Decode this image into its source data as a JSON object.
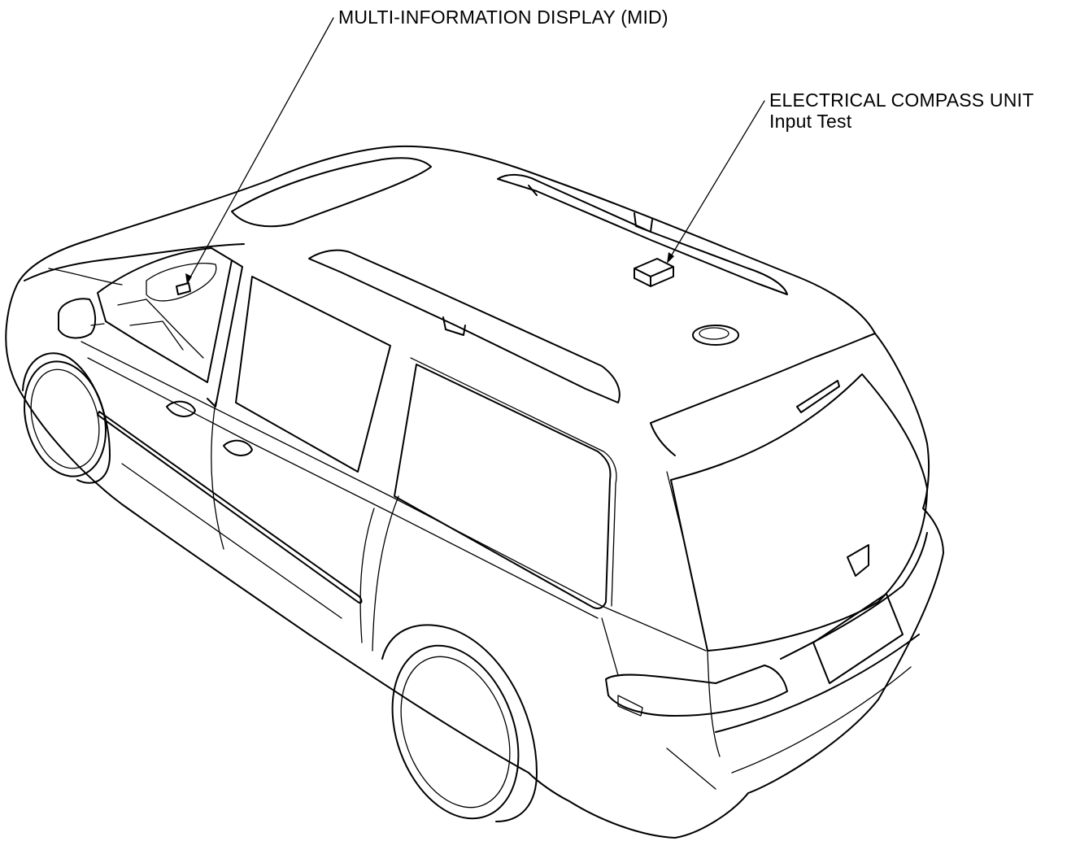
{
  "callouts": {
    "mid": {
      "title": "MULTI-INFORMATION DISPLAY (MID)"
    },
    "compass": {
      "title": "ELECTRICAL COMPASS UNIT",
      "subtitle": "Input Test"
    }
  },
  "colors": {
    "ink": "#000000",
    "background": "#ffffff"
  }
}
